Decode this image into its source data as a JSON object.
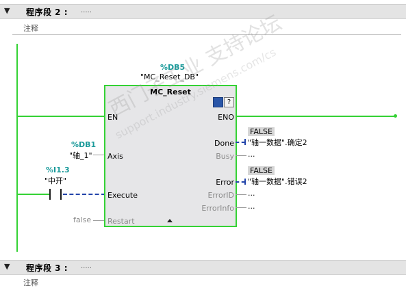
{
  "segment2": {
    "toggle": "▼",
    "title": "程序段 2 :",
    "dots": "....."
  },
  "comment2": "注释",
  "segment3": {
    "toggle": "▼",
    "title": "程序段 3 :",
    "dots": "....."
  },
  "comment3": "注释",
  "block": {
    "db_address": "%DB5",
    "db_name": "\"MC_Reset_DB\"",
    "title": "MC_Reset",
    "pins_left": [
      "EN",
      "Axis",
      "Execute",
      "Restart"
    ],
    "pins_right": [
      "ENO",
      "Done",
      "Busy",
      "Error",
      "ErrorID",
      "ErrorInfo"
    ]
  },
  "axis_param": {
    "address": "%DB1",
    "name": "\"轴_1\""
  },
  "execute_contact": {
    "address": "%I1.3",
    "name": "\"中开\""
  },
  "restart_value": "false",
  "outputs": {
    "done_state": "FALSE",
    "done_target": "\"轴一数据\".确定2",
    "busy_target": "...",
    "error_state": "FALSE",
    "error_target": "\"轴一数据\".错误2",
    "errorid_target": "...",
    "errorinfo_target": "..."
  },
  "watermark": {
    "cn": "西门子工业 支持论坛",
    "en": "support.industry.siemens.com/cs"
  },
  "colors": {
    "power_rail": "#34d234",
    "block_border": "#34d234",
    "tag": "#1a9a9a",
    "dashed_signal": "#2244aa"
  }
}
